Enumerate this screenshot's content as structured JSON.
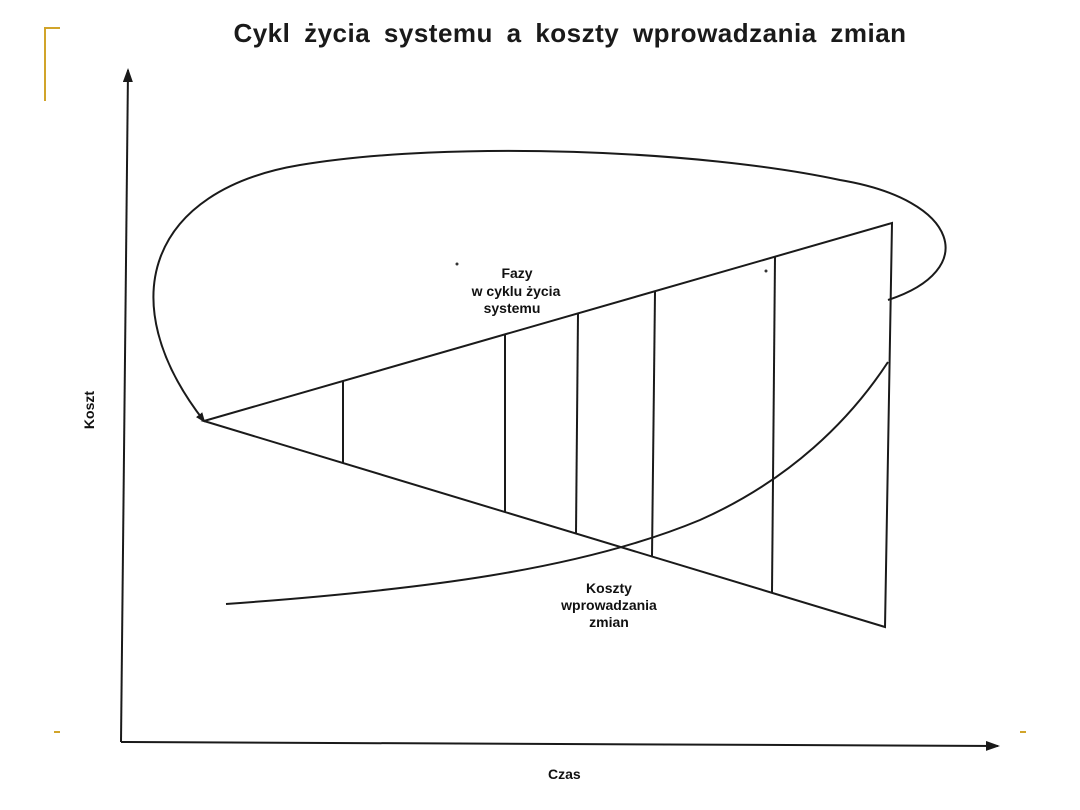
{
  "slide": {
    "title": "Cykl życia systemu a koszty wprowadzania zmian",
    "accent_color": "#d1a42a"
  },
  "diagram": {
    "y_axis_label": "Koszt",
    "x_axis_label": "Czas",
    "phases_label_lines": [
      "Fazy",
      "w cyklu życia",
      "systemu"
    ],
    "costs_label_lines": [
      "Koszty",
      "wprowadzania",
      "zmian"
    ],
    "line_color": "#1a1a1a"
  }
}
